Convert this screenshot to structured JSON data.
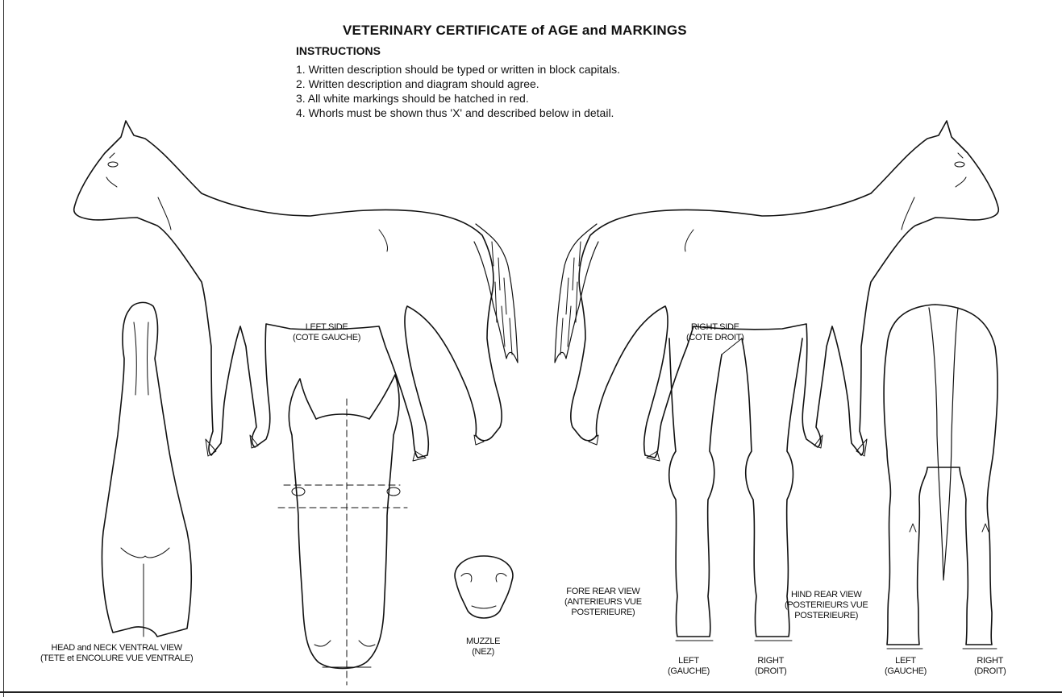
{
  "certificate": {
    "title": "VETERINARY CERTIFICATE of AGE and MARKINGS",
    "instructions_heading": "INSTRUCTIONS",
    "instructions": [
      "1. Written description should be typed or written in block capitals.",
      "2. Written description and diagram should agree.",
      "3. All white markings should be hatched in red.",
      "4. Whorls must be shown thus 'X' and described below in detail."
    ]
  },
  "diagram_labels": {
    "left_side": [
      "LEFT SIDE",
      "(COTE GAUCHE)"
    ],
    "right_side": [
      "RIGHT SIDE",
      "(COTE DROIT)"
    ],
    "head_neck": [
      "HEAD and NECK VENTRAL VIEW",
      "(TETE et ENCOLURE VUE VENTRALE)"
    ],
    "muzzle": [
      "MUZZLE",
      "(NEZ)"
    ],
    "fore_rear_view": [
      "FORE REAR VIEW",
      "(ANTERIEURS VUE",
      "POSTERIEURE)"
    ],
    "hind_rear_view": [
      "HIND REAR VIEW",
      "(POSTERIEURS VUE",
      "POSTERIEURE)"
    ],
    "fore_left": [
      "LEFT",
      "(GAUCHE)"
    ],
    "fore_right": [
      "RIGHT",
      "(DROIT)"
    ],
    "hind_left": [
      "LEFT",
      "(GAUCHE)"
    ],
    "hind_right": [
      "RIGHT",
      "(DROIT)"
    ]
  }
}
